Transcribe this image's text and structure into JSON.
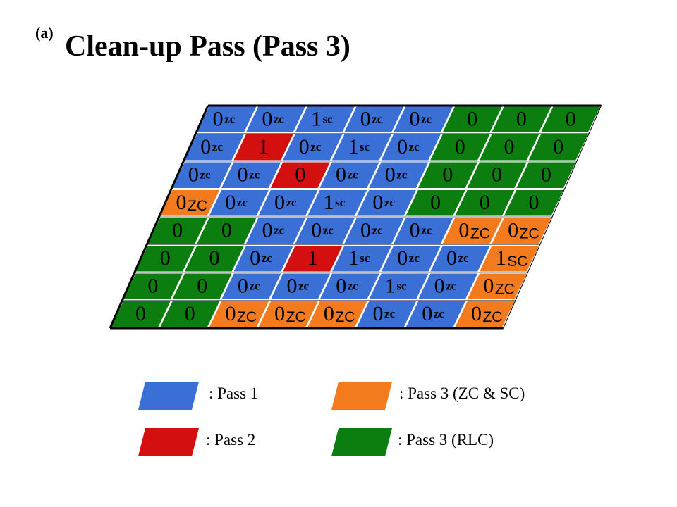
{
  "header": {
    "label": "(a)",
    "title": "Clean-up Pass (Pass 3)"
  },
  "colors": {
    "pass1": "#3a6fd6",
    "pass2": "#d40f0f",
    "pass3_zc_sc": "#f47a1e",
    "pass3_rlc": "#0c7e10"
  },
  "legend": [
    {
      "id": "pass1",
      "label": ": Pass 1"
    },
    {
      "id": "pass2",
      "label": ": Pass 2"
    },
    {
      "id": "pass3_zc_sc",
      "label": ": Pass 3 (ZC & SC)"
    },
    {
      "id": "pass3_rlc",
      "label": ": Pass 3 (RLC)"
    }
  ],
  "grid": {
    "rows": [
      [
        {
          "p": "pass1",
          "v": "0",
          "t": "zc"
        },
        {
          "p": "pass1",
          "v": "0",
          "t": "zc"
        },
        {
          "p": "pass1",
          "v": "1",
          "t": "sc"
        },
        {
          "p": "pass1",
          "v": "0",
          "t": "zc"
        },
        {
          "p": "pass1",
          "v": "0",
          "t": "zc"
        },
        {
          "p": "pass3_rlc",
          "v": "0",
          "t": ""
        },
        {
          "p": "pass3_rlc",
          "v": "0",
          "t": ""
        },
        {
          "p": "pass3_rlc",
          "v": "0",
          "t": ""
        }
      ],
      [
        {
          "p": "pass1",
          "v": "0",
          "t": "zc"
        },
        {
          "p": "pass2",
          "v": "1",
          "t": ""
        },
        {
          "p": "pass1",
          "v": "0",
          "t": "zc"
        },
        {
          "p": "pass1",
          "v": "1",
          "t": "sc"
        },
        {
          "p": "pass1",
          "v": "0",
          "t": "zc"
        },
        {
          "p": "pass3_rlc",
          "v": "0",
          "t": ""
        },
        {
          "p": "pass3_rlc",
          "v": "0",
          "t": ""
        },
        {
          "p": "pass3_rlc",
          "v": "0",
          "t": ""
        }
      ],
      [
        {
          "p": "pass1",
          "v": "0",
          "t": "zc"
        },
        {
          "p": "pass1",
          "v": "0",
          "t": "zc"
        },
        {
          "p": "pass2",
          "v": "0",
          "t": ""
        },
        {
          "p": "pass1",
          "v": "0",
          "t": "zc"
        },
        {
          "p": "pass1",
          "v": "0",
          "t": "zc"
        },
        {
          "p": "pass3_rlc",
          "v": "0",
          "t": ""
        },
        {
          "p": "pass3_rlc",
          "v": "0",
          "t": ""
        },
        {
          "p": "pass3_rlc",
          "v": "0",
          "t": ""
        }
      ],
      [
        {
          "p": "pass3_zc_sc",
          "v": "0",
          "t": "ZC"
        },
        {
          "p": "pass1",
          "v": "0",
          "t": "zc"
        },
        {
          "p": "pass1",
          "v": "0",
          "t": "zc"
        },
        {
          "p": "pass1",
          "v": "1",
          "t": "sc"
        },
        {
          "p": "pass1",
          "v": "0",
          "t": "zc"
        },
        {
          "p": "pass3_rlc",
          "v": "0",
          "t": ""
        },
        {
          "p": "pass3_rlc",
          "v": "0",
          "t": ""
        },
        {
          "p": "pass3_rlc",
          "v": "0",
          "t": ""
        }
      ],
      [
        {
          "p": "pass3_rlc",
          "v": "0",
          "t": ""
        },
        {
          "p": "pass3_rlc",
          "v": "0",
          "t": ""
        },
        {
          "p": "pass1",
          "v": "0",
          "t": "zc"
        },
        {
          "p": "pass1",
          "v": "0",
          "t": "zc"
        },
        {
          "p": "pass1",
          "v": "0",
          "t": "zc"
        },
        {
          "p": "pass1",
          "v": "0",
          "t": "zc"
        },
        {
          "p": "pass3_zc_sc",
          "v": "0",
          "t": "ZC"
        },
        {
          "p": "pass3_zc_sc",
          "v": "0",
          "t": "ZC"
        }
      ],
      [
        {
          "p": "pass3_rlc",
          "v": "0",
          "t": ""
        },
        {
          "p": "pass3_rlc",
          "v": "0",
          "t": ""
        },
        {
          "p": "pass1",
          "v": "0",
          "t": "zc"
        },
        {
          "p": "pass2",
          "v": "1",
          "t": ""
        },
        {
          "p": "pass1",
          "v": "1",
          "t": "sc"
        },
        {
          "p": "pass1",
          "v": "0",
          "t": "zc"
        },
        {
          "p": "pass1",
          "v": "0",
          "t": "zc"
        },
        {
          "p": "pass3_zc_sc",
          "v": "1",
          "t": "SC"
        }
      ],
      [
        {
          "p": "pass3_rlc",
          "v": "0",
          "t": ""
        },
        {
          "p": "pass3_rlc",
          "v": "0",
          "t": ""
        },
        {
          "p": "pass1",
          "v": "0",
          "t": "zc"
        },
        {
          "p": "pass1",
          "v": "0",
          "t": "zc"
        },
        {
          "p": "pass1",
          "v": "0",
          "t": "zc"
        },
        {
          "p": "pass1",
          "v": "1",
          "t": "sc"
        },
        {
          "p": "pass1",
          "v": "0",
          "t": "zc"
        },
        {
          "p": "pass3_zc_sc",
          "v": "0",
          "t": "ZC"
        }
      ],
      [
        {
          "p": "pass3_rlc",
          "v": "0",
          "t": ""
        },
        {
          "p": "pass3_rlc",
          "v": "0",
          "t": ""
        },
        {
          "p": "pass3_zc_sc",
          "v": "0",
          "t": "ZC"
        },
        {
          "p": "pass3_zc_sc",
          "v": "0",
          "t": "ZC"
        },
        {
          "p": "pass3_zc_sc",
          "v": "0",
          "t": "ZC"
        },
        {
          "p": "pass1",
          "v": "0",
          "t": "zc"
        },
        {
          "p": "pass1",
          "v": "0",
          "t": "zc"
        },
        {
          "p": "pass3_zc_sc",
          "v": "0",
          "t": "ZC"
        }
      ]
    ]
  }
}
